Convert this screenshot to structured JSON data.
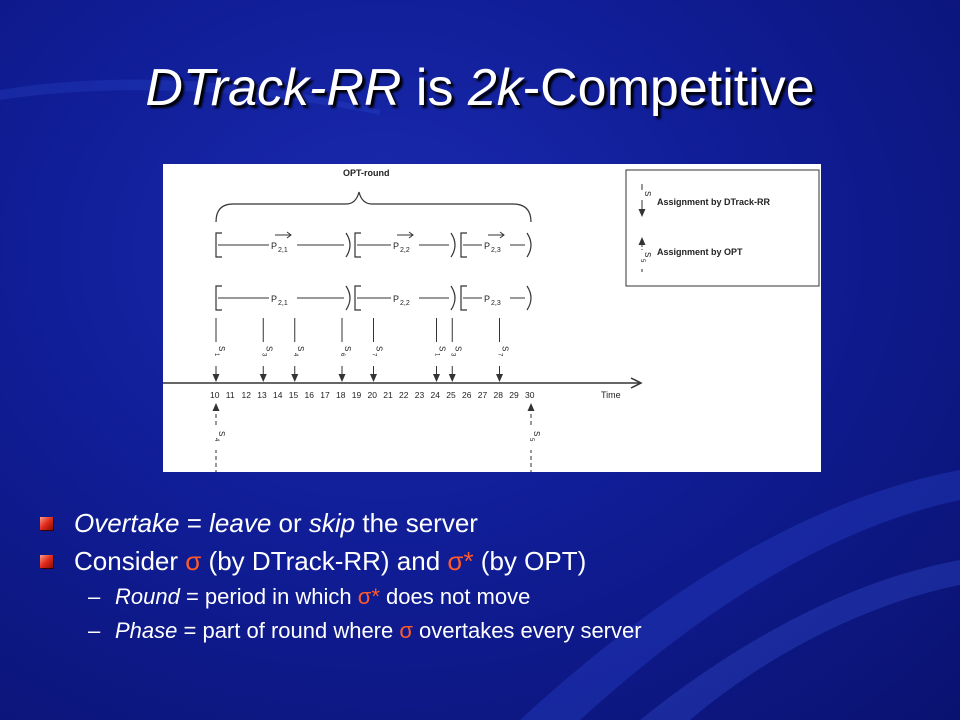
{
  "title": {
    "part1": "DTrack-RR",
    "part2": " is ",
    "part3": "2k",
    "part4": "-Competitive"
  },
  "figure": {
    "brace_label": "OPT-round",
    "legend": {
      "dtrack_label": "Assignment by DTrack-RR",
      "opt_label": "Assignment by OPT",
      "dtrack_symbol": "S",
      "opt_symbol": "S",
      "opt_subscript": "5"
    },
    "rows": [
      {
        "labels": [
          "P2,1",
          "P2,2",
          "P2,3"
        ],
        "arrows": true
      },
      {
        "labels": [
          "P2,1",
          "P2,2",
          "P2,3"
        ],
        "arrows": false
      }
    ],
    "time_label": "Time",
    "ticks": [
      "10",
      "11",
      "12",
      "13",
      "14",
      "15",
      "16",
      "17",
      "18",
      "19",
      "20",
      "21",
      "22",
      "23",
      "24",
      "25",
      "26",
      "27",
      "28",
      "29",
      "30"
    ],
    "down_markers": [
      {
        "t": "10",
        "sub": "1"
      },
      {
        "t": "13",
        "sub": "3"
      },
      {
        "t": "15",
        "sub": "4"
      },
      {
        "t": "18",
        "sub": "6"
      },
      {
        "t": "20",
        "sub": "7"
      },
      {
        "t": "24",
        "sub": "1"
      },
      {
        "t": "25",
        "sub": "3"
      },
      {
        "t": "28",
        "sub": "7"
      }
    ],
    "up_markers": [
      {
        "t": "10",
        "sub": "4"
      },
      {
        "t": "30",
        "sub": "5"
      }
    ]
  },
  "bullets": [
    {
      "level": 1,
      "parts": [
        {
          "text": "Overtake",
          "style": "italic"
        },
        {
          "text": " = ",
          "style": "normal"
        },
        {
          "text": "leave",
          "style": "italic"
        },
        {
          "text": " or ",
          "style": "normal"
        },
        {
          "text": "skip",
          "style": "italic"
        },
        {
          "text": " the server",
          "style": "normal"
        }
      ]
    },
    {
      "level": 1,
      "parts": [
        {
          "text": "Consider ",
          "style": "normal"
        },
        {
          "text": "σ",
          "style": "red"
        },
        {
          "text": " (by DTrack-RR) and ",
          "style": "normal"
        },
        {
          "text": "σ*",
          "style": "red"
        },
        {
          "text": " (by OPT)",
          "style": "normal"
        }
      ]
    },
    {
      "level": 2,
      "dash": "–",
      "parts": [
        {
          "text": "Round",
          "style": "italic"
        },
        {
          "text": " = period in which ",
          "style": "normal"
        },
        {
          "text": "σ*",
          "style": "red"
        },
        {
          "text": " does not move",
          "style": "normal"
        }
      ]
    },
    {
      "level": 2,
      "dash": "–",
      "parts": [
        {
          "text": "Phase",
          "style": "italic"
        },
        {
          "text": " = part of round where ",
          "style": "normal"
        },
        {
          "text": "σ",
          "style": "red"
        },
        {
          "text": " overtakes every server",
          "style": "normal"
        }
      ]
    }
  ]
}
